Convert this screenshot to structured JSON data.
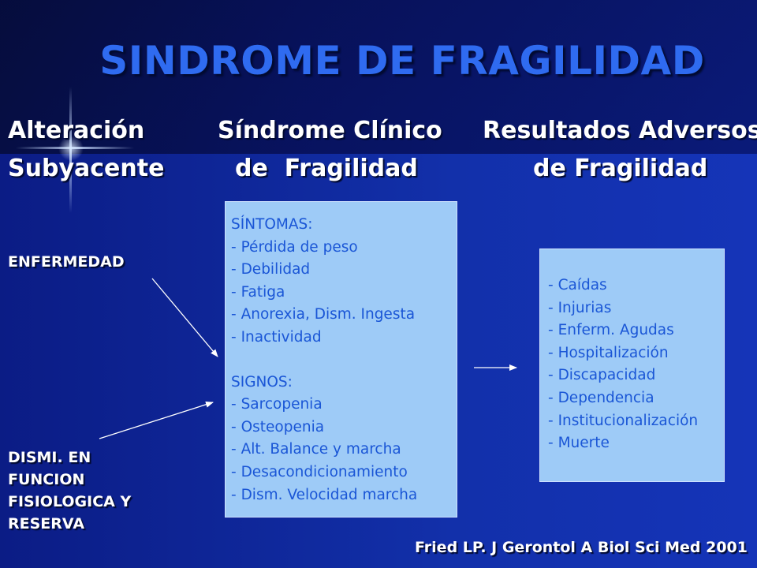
{
  "title": "SINDROME DE FRAGILIDAD",
  "headers": {
    "col1_line1": "Alteración",
    "col1_line2": "Subyacente",
    "col2_line1": "Síndrome Clínico",
    "col2_line2": "de  Fragilidad",
    "col3_line1": "Resultados Adversos",
    "col3_line2": "de Fragilidad"
  },
  "causes": {
    "disease": "ENFERMEDAD",
    "decline_lines": [
      "DISMI. EN",
      "FUNCION",
      "FISIOLOGICA Y",
      "RESERVA"
    ]
  },
  "syndrome_box": {
    "symptoms_heading": "SÍNTOMAS:",
    "symptoms": [
      "Pérdida de peso",
      "Debilidad",
      "Fatiga",
      "Anorexia, Dism. Ingesta",
      "Inactividad"
    ],
    "signs_heading": "SIGNOS:",
    "signs": [
      "Sarcopenia",
      "Osteopenia",
      "Alt. Balance y marcha",
      "Desacondicionamiento",
      "Dism. Velocidad marcha"
    ]
  },
  "outcomes_box": {
    "items": [
      "Caídas",
      "Injurias",
      "Enferm. Agudas",
      "Hospitalización",
      "Discapacidad",
      "Dependencia",
      "Institucionalización",
      "Muerte"
    ]
  },
  "citation": "Fried LP. J Gerontol A Biol Sci Med 2001",
  "colors": {
    "background": "#0c1d8a",
    "title": "#2f6bf0",
    "box_fill": "#9ecbf7",
    "box_text": "#1a56d6",
    "header_text": "#ffffff"
  }
}
